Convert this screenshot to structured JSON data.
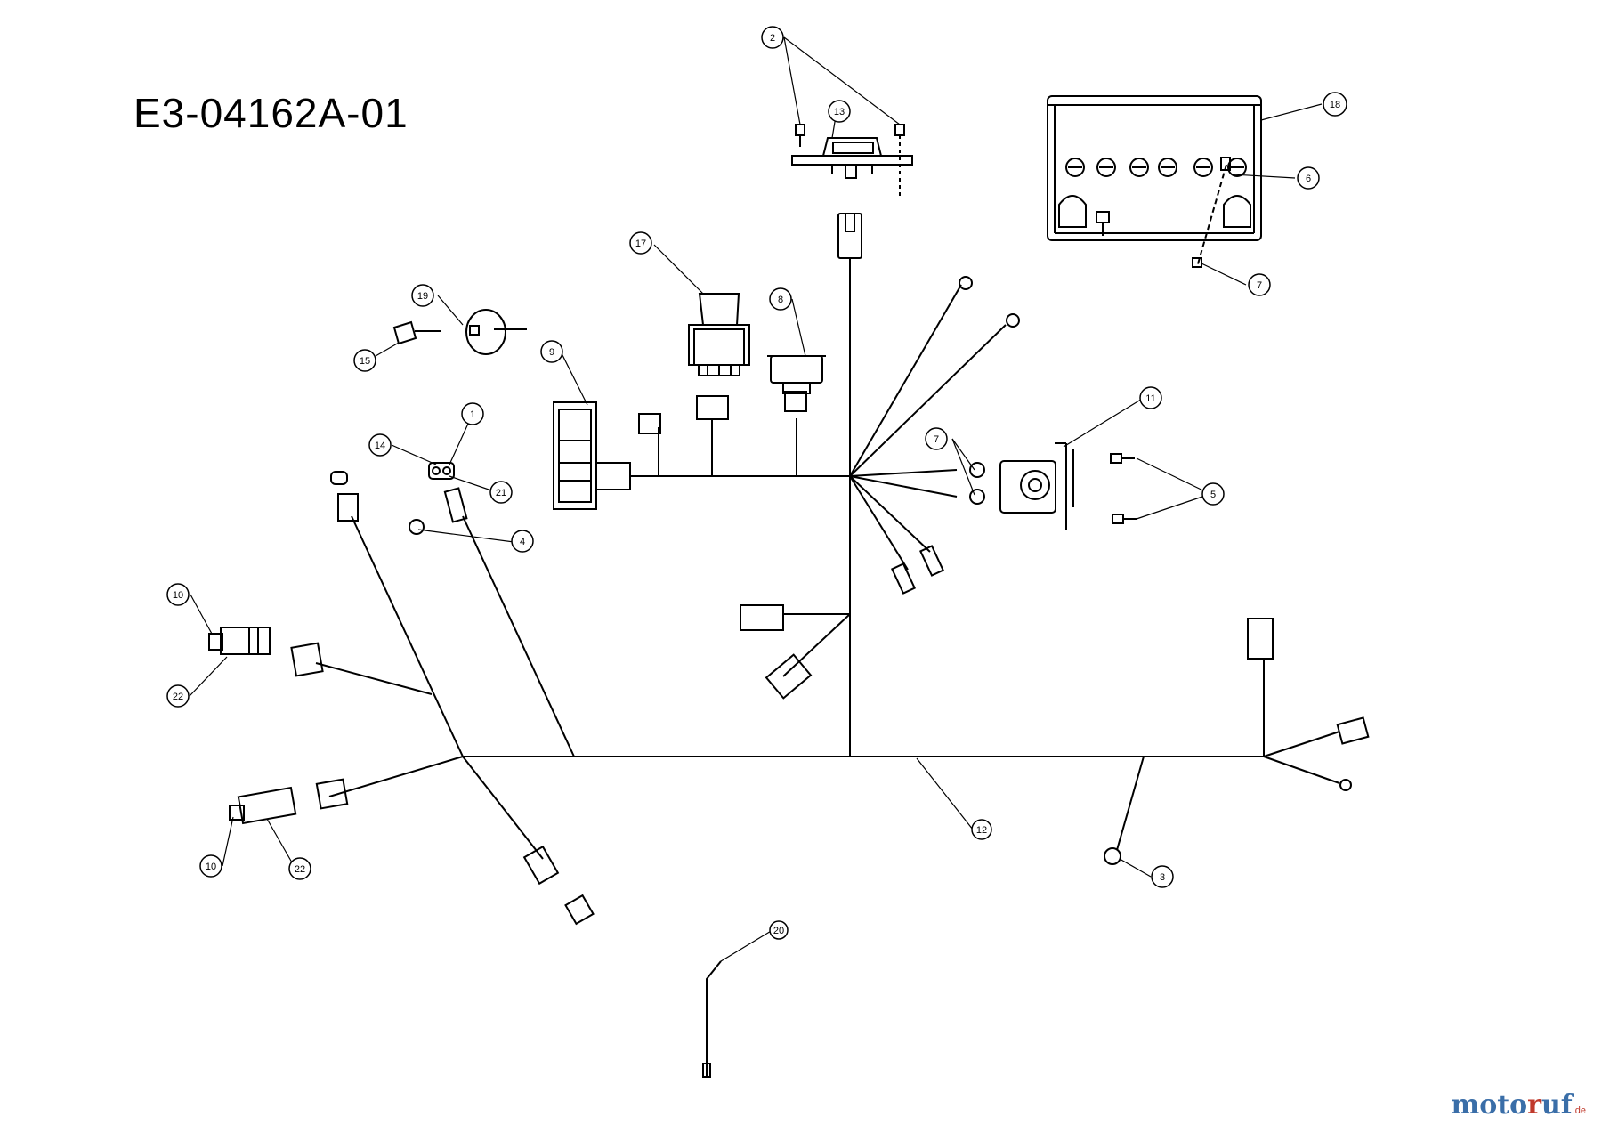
{
  "diagram_id": "E3-04162A-01",
  "watermark": {
    "part1": "moto",
    "part2": "r",
    "part3": "uf",
    "suffix": ".de"
  },
  "callouts": {
    "c1": "1",
    "c2": "2",
    "c3": "3",
    "c4": "4",
    "c5": "5",
    "c6": "6",
    "c7a": "7",
    "c7b": "7",
    "c8": "8",
    "c9": "9",
    "c10a": "10",
    "c10b": "10",
    "c11": "11",
    "c12": "12",
    "c13": "13",
    "c14": "14",
    "c15": "15",
    "c17": "17",
    "c18": "18",
    "c19": "19",
    "c20": "20",
    "c21": "21",
    "c22a": "22",
    "c22b": "22"
  },
  "colors": {
    "line": "#000000",
    "watermark_blue": "#3a6ea8",
    "watermark_red": "#c0392b"
  }
}
